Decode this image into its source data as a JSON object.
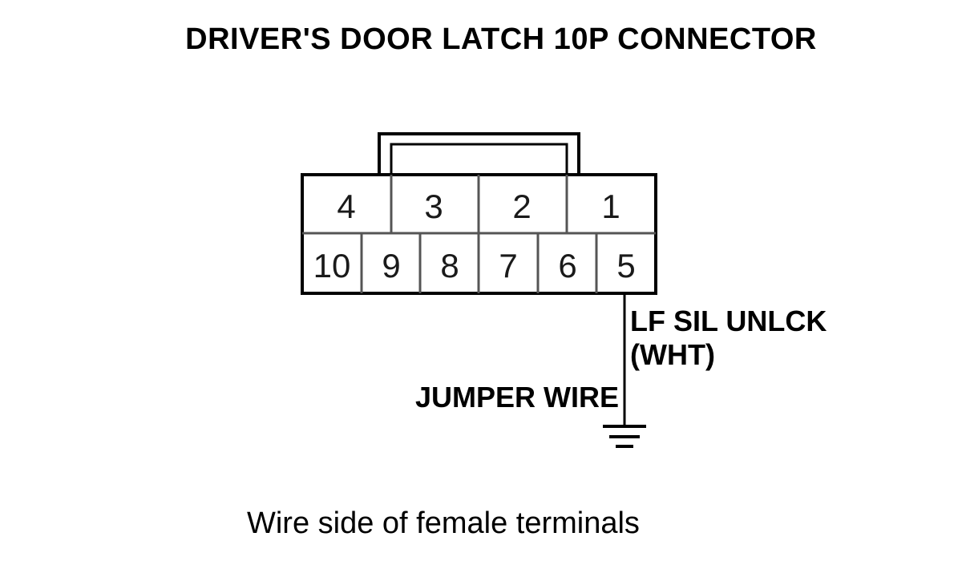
{
  "title": "DRIVER'S DOOR LATCH 10P CONNECTOR",
  "connector": {
    "top_row_pins": [
      "4",
      "3",
      "2",
      "1"
    ],
    "bottom_row_pins": [
      "10",
      "9",
      "8",
      "7",
      "6",
      "5"
    ]
  },
  "wire": {
    "label_line1": "LF SIL UNLCK",
    "label_line2": "(WHT)",
    "jumper_label": "JUMPER WIRE",
    "ground_icon": "ground-symbol-icon"
  },
  "caption": "Wire side of female terminals",
  "colors": {
    "outline": "#000000",
    "divider": "#555555",
    "background": "#ffffff"
  }
}
